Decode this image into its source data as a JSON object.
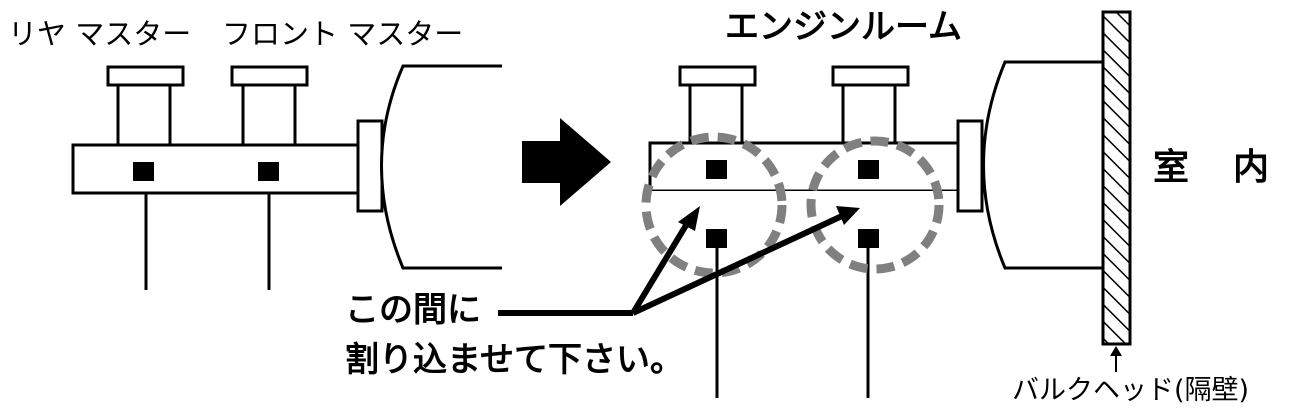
{
  "labels": {
    "rear_master": "リヤ マスター",
    "front_master": "フロント マスター",
    "engine_room": "エンジンルーム",
    "interior": "室　内",
    "instruction_line1": "この間に",
    "instruction_line2": "割り込ませて下さい。",
    "bulkhead": "バルクヘッド(隔壁)"
  },
  "colors": {
    "line": "#000000",
    "dashed_circle": "#808080",
    "background": "#ffffff"
  }
}
